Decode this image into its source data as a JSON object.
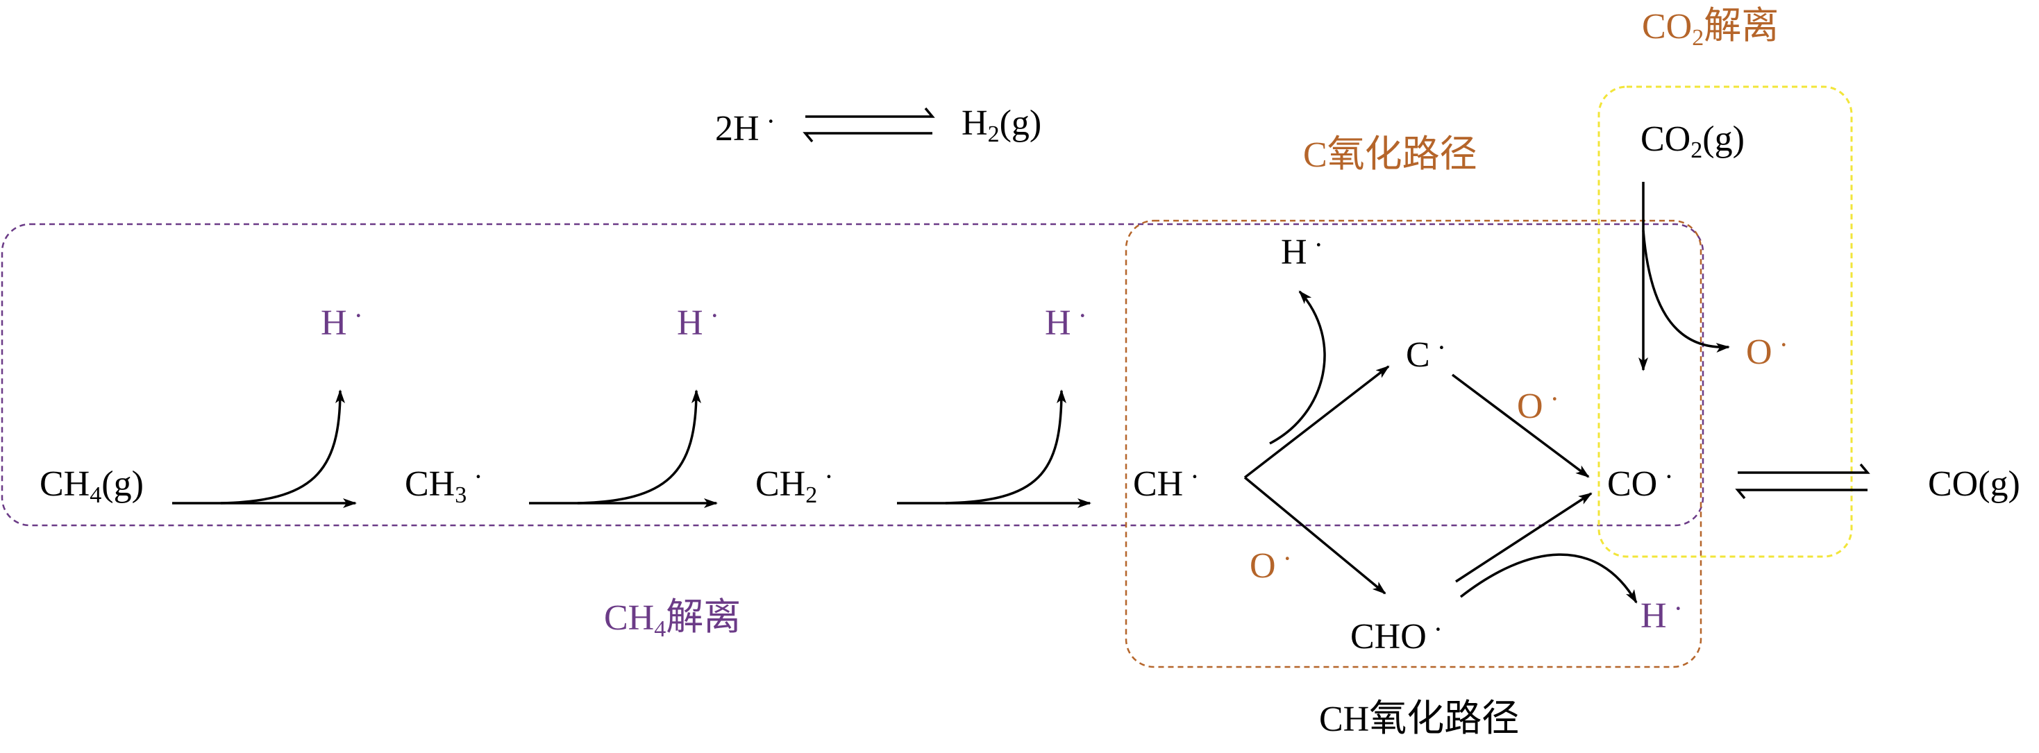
{
  "radical_dot": "·",
  "species": {
    "two_h": "2H",
    "h2_prefix": "H",
    "h2_sub": "2",
    "h2_suffix": "(g)",
    "ch4_prefix": "CH",
    "ch4_sub": "4",
    "ch4_suffix": "(g)",
    "ch3_prefix": "CH",
    "ch3_sub": "3",
    "ch2_prefix": "CH",
    "ch2_sub": "2",
    "ch": "CH",
    "c": "C",
    "h": "H",
    "cho": "CHO",
    "co": "CO",
    "co_gas": "CO(g)",
    "co2_prefix": "CO",
    "co2_sub": "2",
    "co2_suffix": "(g)",
    "o": "O"
  },
  "regions": {
    "co2_prefix": "CO",
    "co2_sub": "2",
    "co2_suffix": "解离",
    "c_prefix": "C",
    "c_suffix": "氧化路径",
    "ch4_prefix": "CH",
    "ch4_sub": "4",
    "ch4_suffix": "解离",
    "ch_prefix": "CH",
    "ch_suffix": "氧化路径"
  },
  "colors": {
    "ch4_dissociation": "#6b3b87",
    "oxidation": "#b5652a",
    "co2_box": "#f2e53a",
    "text": "#000000"
  }
}
